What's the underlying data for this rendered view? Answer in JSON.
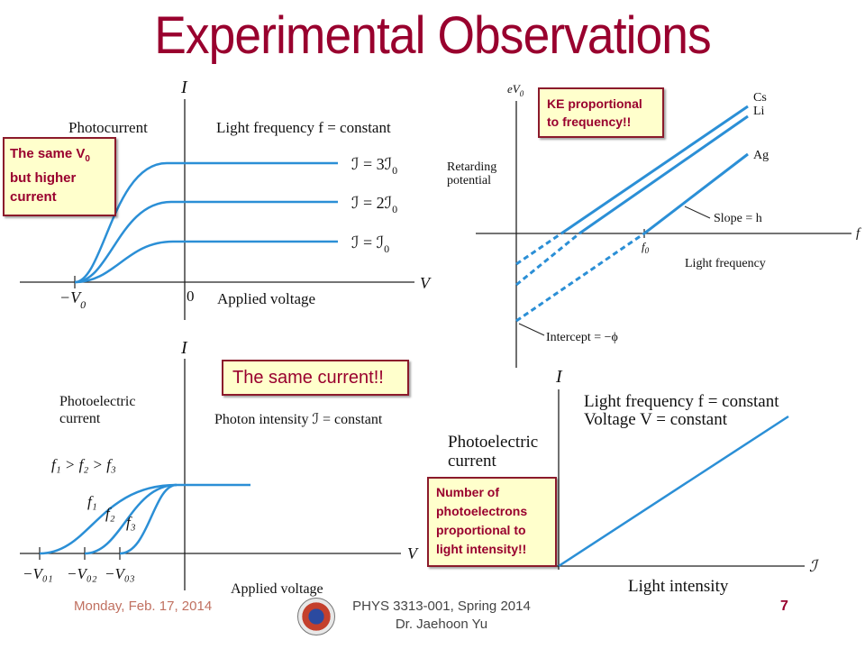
{
  "title": "Experimental Observations",
  "callouts": {
    "same_v0_line1": "The same V",
    "same_v0_sub": "0",
    "same_v0_line2": "but higher",
    "same_v0_line3": "current",
    "ke_line1": "KE proportional",
    "ke_line2": "to frequency!!",
    "same_current": "The same current!!",
    "number_line1": "Number of",
    "number_line2": "photoelectrons",
    "number_line3": "proportional to",
    "number_line4": "light intensity!!"
  },
  "fig1": {
    "y_axis": "I",
    "x_axis": "V",
    "photocurrent": "Photocurrent",
    "condition": "Light frequency f = constant",
    "label_3": "ℐ = 3ℐ",
    "label_2": "ℐ = 2ℐ",
    "label_1": "ℐ = ℐ",
    "sub0": "0",
    "neg_v0": "−V",
    "zero": "0",
    "applied_voltage": "Applied voltage"
  },
  "fig2": {
    "y_axis": "eV",
    "y_axis_sub": "0",
    "x_axis": "f",
    "retarding1": "Retarding",
    "retarding2": "potential",
    "cs": "Cs",
    "li": "Li",
    "ag": "Ag",
    "slope": "Slope = h",
    "f0": "f",
    "f0_sub": "0",
    "light_frequency": "Light frequency",
    "intercept": "Intercept = −ϕ"
  },
  "fig3": {
    "y_axis": "I",
    "x_axis": "V",
    "photoelectric1": "Photoelectric",
    "photoelectric2": "current",
    "condition": "Photon intensity ℐ = constant",
    "ordering": "f₁ > f₂ > f₃",
    "f1": "f₁",
    "f2": "f₂",
    "f3": "f₃",
    "v01": "−V₀₁",
    "v02": "−V₀₂",
    "v03": "−V₀₃",
    "applied_voltage": "Applied voltage"
  },
  "fig4": {
    "y_axis": "I",
    "x_axis": "ℐ",
    "condition1": "Light frequency f = constant",
    "condition2": "Voltage V = constant",
    "photoelectric1": "Photoelectric",
    "photoelectric2": "current",
    "light_intensity": "Light intensity"
  },
  "footer": {
    "date": "Monday, Feb. 17, 2014",
    "course": "PHYS 3313-001, Spring 2014",
    "instructor": "Dr. Jaehoon Yu",
    "page": "7"
  },
  "colors": {
    "title": "#99002e",
    "curve": "#2b8fd6",
    "callout_bg": "#ffffcc",
    "callout_border": "#8b1a2b"
  }
}
